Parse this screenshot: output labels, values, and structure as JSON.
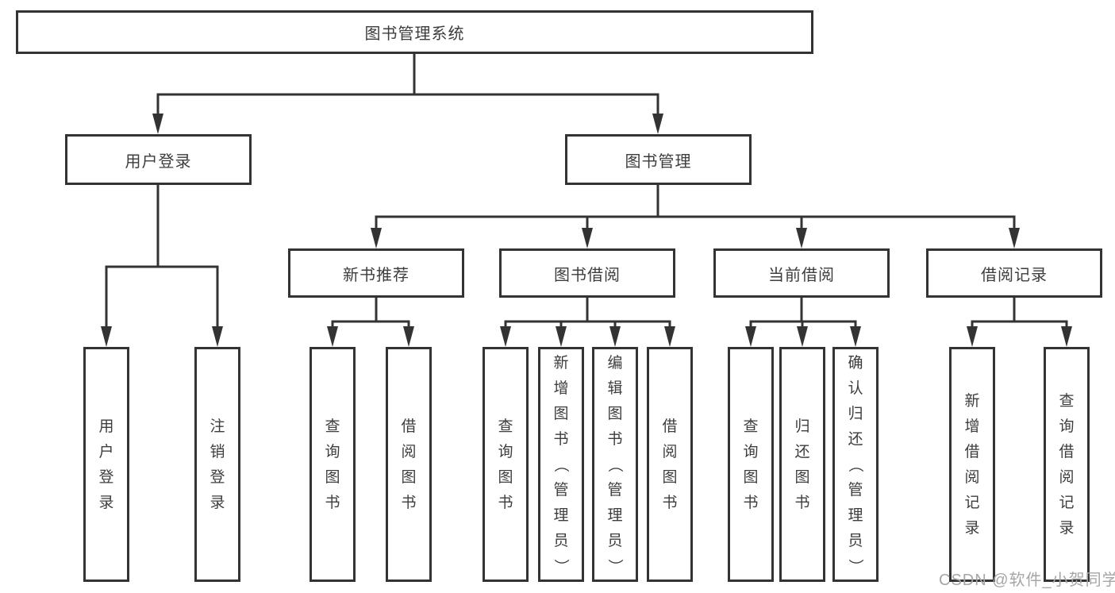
{
  "tree": {
    "root": {
      "label": "图书管理系统"
    },
    "branches": [
      {
        "label": "用户登录",
        "leaves": [
          {
            "label": "用户登录"
          },
          {
            "label": "注销登录"
          }
        ]
      },
      {
        "label": "图书管理",
        "groups": [
          {
            "label": "新书推荐",
            "leaves": [
              {
                "label": "查询图书"
              },
              {
                "label": "借阅图书"
              }
            ]
          },
          {
            "label": "图书借阅",
            "leaves": [
              {
                "label": "查询图书"
              },
              {
                "label": "新增图书（管理员）"
              },
              {
                "label": "编辑图书（管理员）"
              },
              {
                "label": "借阅图书"
              }
            ]
          },
          {
            "label": "当前借阅",
            "leaves": [
              {
                "label": "查询图书"
              },
              {
                "label": "归还图书"
              },
              {
                "label": "确认归还（管理员）"
              }
            ]
          },
          {
            "label": "借阅记录",
            "leaves": [
              {
                "label": "新增借阅记录"
              },
              {
                "label": "查询借阅记录"
              }
            ]
          }
        ]
      }
    ]
  },
  "watermark": {
    "text": "CSDN @软件_小贺同学"
  },
  "colors": {
    "line": "#333333",
    "text": "#3d3d3d",
    "watermark": "#a6a6a6",
    "background": "#ffffff"
  }
}
